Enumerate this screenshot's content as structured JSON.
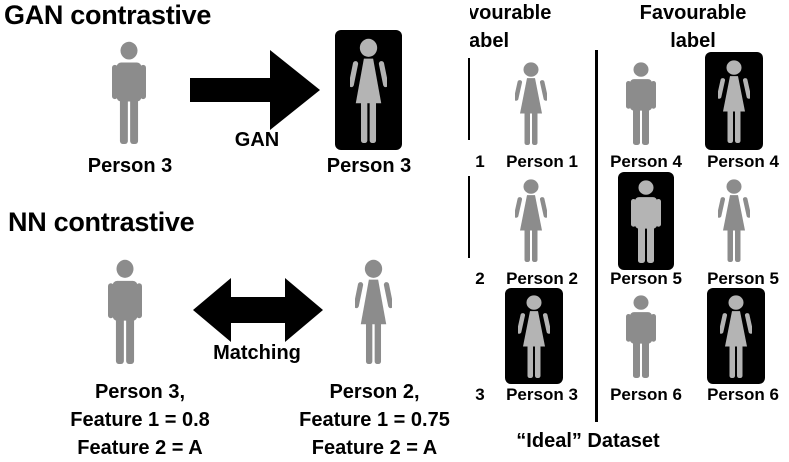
{
  "gan": {
    "title": "GAN contrastive",
    "arrow_label": "GAN",
    "left_caption": "Person 3",
    "right_caption": "Person 3"
  },
  "nn": {
    "title": "NN contrastive",
    "arrow_label": "Matching",
    "left": {
      "line1": "Person 3,",
      "line2": "Feature 1 = 0.8",
      "line3": "Feature 2 = A"
    },
    "right": {
      "line1": "Person 2,",
      "line2": "Feature 1 = 0.75",
      "line3": "Feature 2 = A"
    }
  },
  "dataset": {
    "header_unfav_1": "vourable",
    "header_unfav_2": "abel",
    "header_fav_1": "Favourable",
    "header_fav_2": "label",
    "rows": [
      {
        "num": "1",
        "unfav": "Person 1",
        "fav_a": "Person 4",
        "fav_b": "Person 4"
      },
      {
        "num": "2",
        "unfav": "Person 2",
        "fav_a": "Person 5",
        "fav_b": "Person 5"
      },
      {
        "num": "3",
        "unfav": "Person 3",
        "fav_a": "Person 6",
        "fav_b": "Person 6"
      }
    ],
    "caption": "“Ideal” Dataset"
  },
  "colors": {
    "figure_gray": "#8c8c8c",
    "figure_white": "#b4b4b4",
    "ink": "#000000"
  }
}
